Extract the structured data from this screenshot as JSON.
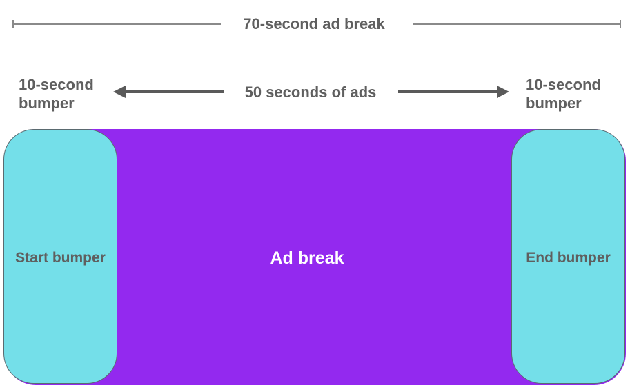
{
  "total": {
    "label": "70-second ad break"
  },
  "start_bumper_duration": "10-second bumper",
  "end_bumper_duration": "10-second bumper",
  "ads_duration": "50 seconds of ads",
  "blocks": {
    "start_bumper": "Start bumper",
    "ad_break": "Ad break",
    "end_bumper": "End bumper"
  },
  "colors": {
    "ad_break": "#9329ef",
    "bumper": "#74dfe9",
    "text": "#5f5f5f"
  }
}
